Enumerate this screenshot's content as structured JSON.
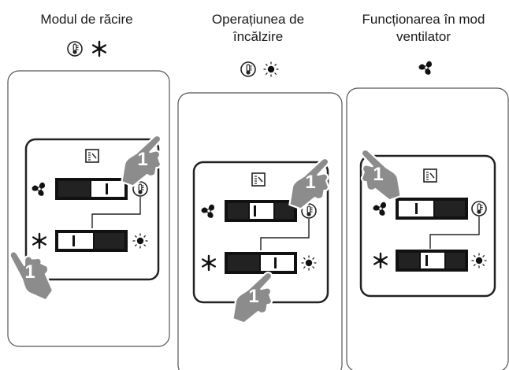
{
  "columns": [
    {
      "title_line1": "Modul de răcire",
      "title_line2": "",
      "mode_symbols": [
        "thermostat-icon",
        "snowflake-icon"
      ],
      "top_switch_position": "right",
      "bottom_switch_position": "left",
      "hand_pointer_label": "1",
      "pointed_switch": "both"
    },
    {
      "title_line1": "Operațiunea de",
      "title_line2": "încălzire",
      "mode_symbols": [
        "thermostat-icon",
        "sun-icon"
      ],
      "top_switch_position": "right",
      "bottom_switch_position": "right",
      "hand_pointer_label": "1",
      "pointed_switch": "both"
    },
    {
      "title_line1": "Funcționarea în mod",
      "title_line2": "ventilator",
      "mode_symbols": [
        "fan-icon"
      ],
      "top_switch_position": "left",
      "bottom_switch_position": "left",
      "hand_pointer_label": "1",
      "pointed_switch": "top"
    }
  ],
  "colors": {
    "panel_border": "#333333",
    "card_border": "#555555",
    "switch_body": "#222222",
    "hand_fill": "#8c8c8c",
    "hand_stroke": "#ffffff"
  }
}
